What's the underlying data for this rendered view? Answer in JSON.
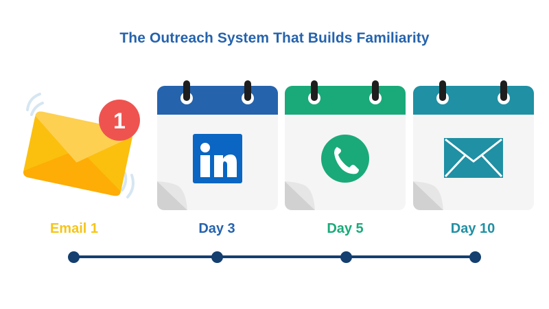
{
  "title": "The Outreach System That Builds Familiarity",
  "colors": {
    "title": "#2563ad",
    "email_yellow": "#f5c518",
    "linkedin_blue": "#2563ad",
    "phone_green": "#1aaa7a",
    "email_teal": "#2090a4",
    "timeline": "#143f6f",
    "badge_red": "#ef5350"
  },
  "steps": [
    {
      "label": "Email 1",
      "icon": "envelope-notification-icon",
      "badge": "1",
      "color": "#f5c518"
    },
    {
      "label": "Day 3",
      "icon": "linkedin-icon",
      "icon_text": "in",
      "color": "#2563ad"
    },
    {
      "label": "Day 5",
      "icon": "phone-icon",
      "color": "#1aaa7a"
    },
    {
      "label": "Day 10",
      "icon": "mail-icon",
      "color": "#2090a4"
    }
  ]
}
